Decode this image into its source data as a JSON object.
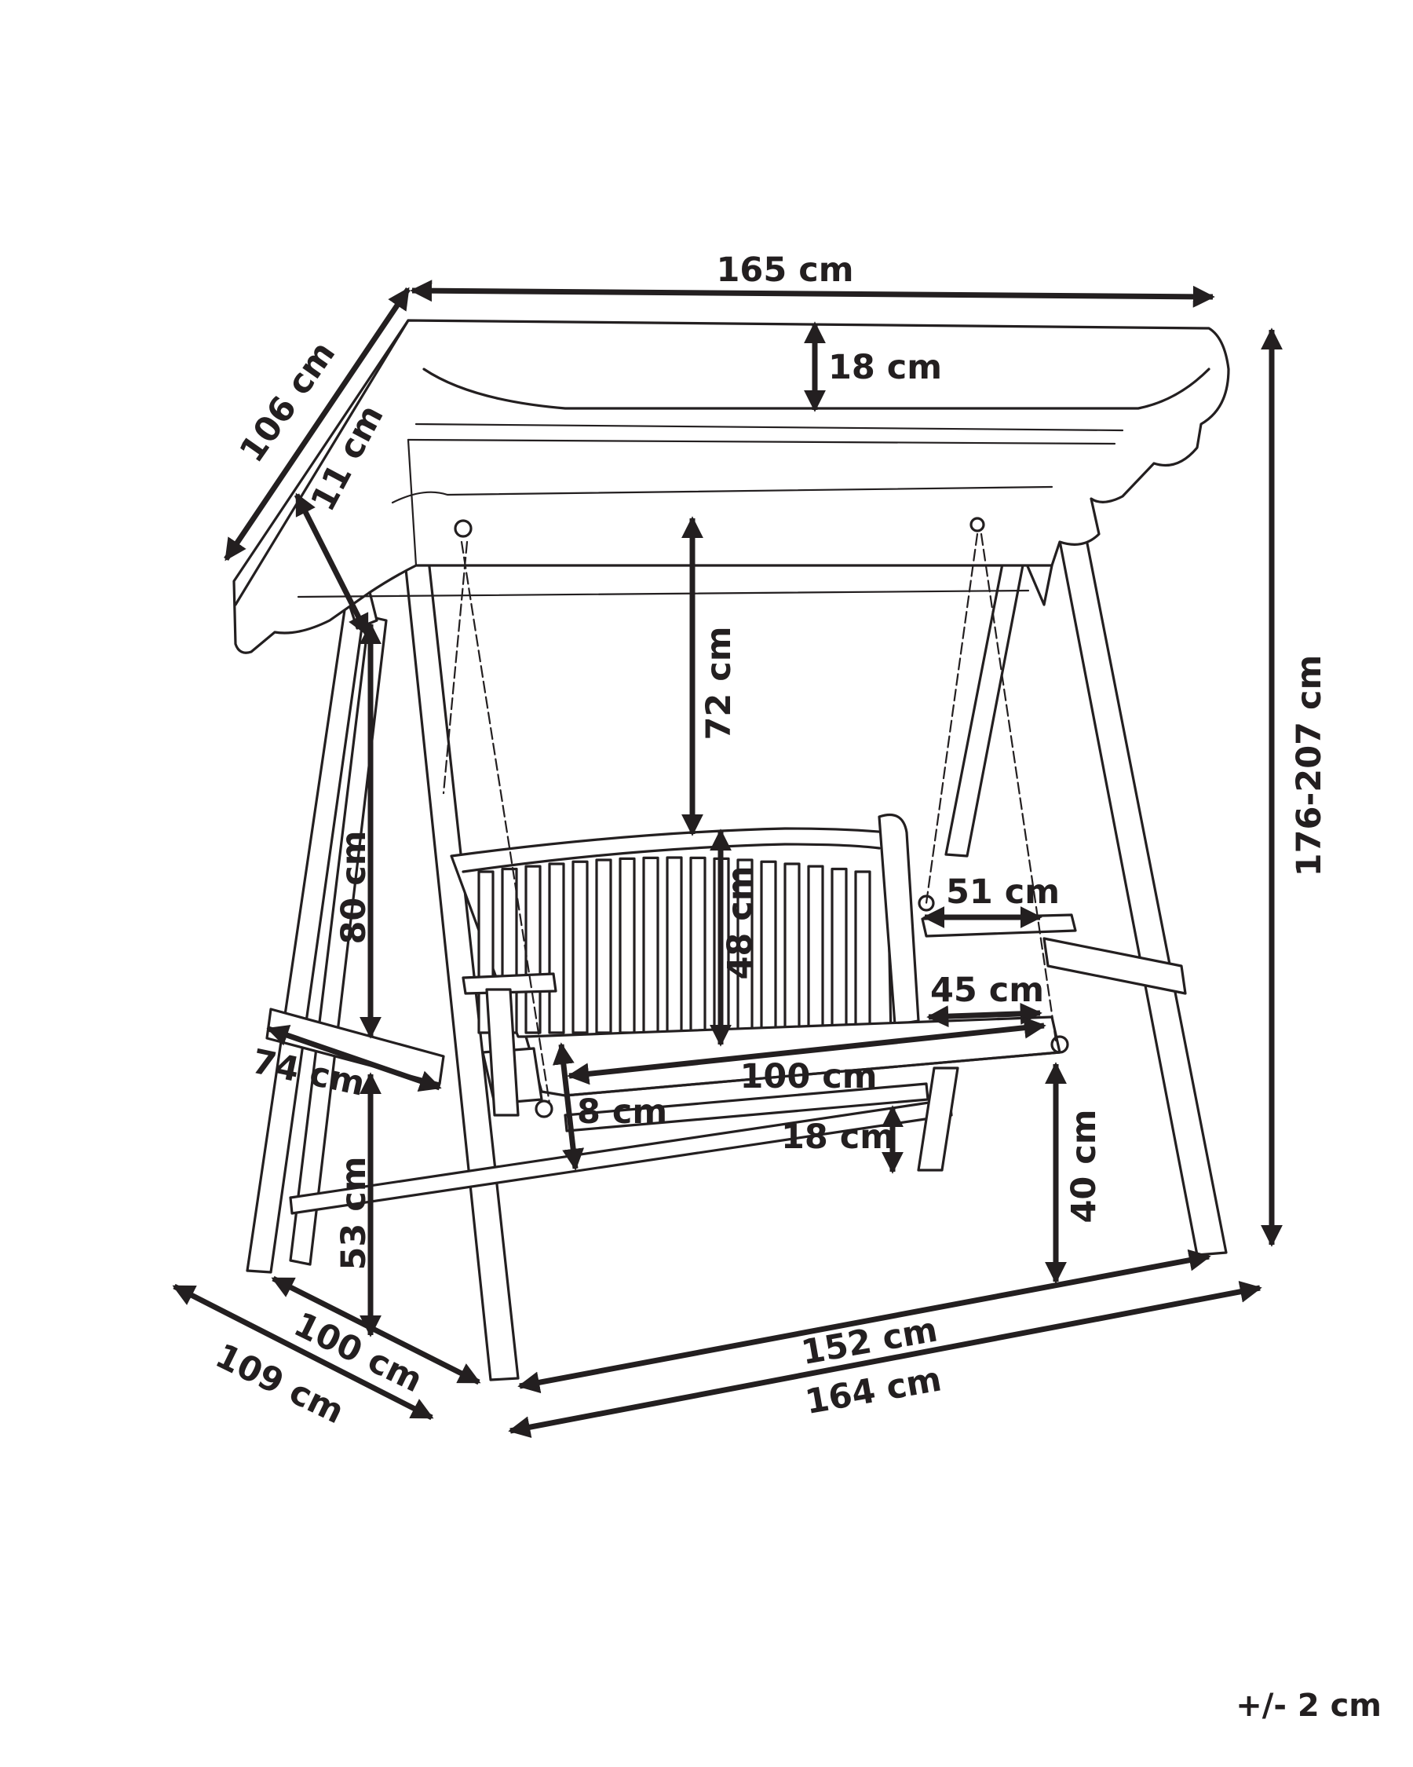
{
  "dimensions": {
    "canopy_width": "165 cm",
    "canopy_depth": "106 cm",
    "canopy_height": "18 cm",
    "side_beam": "11 cm",
    "total_height": "176-207 cm",
    "chain_length": "72 cm",
    "backrest_height": "48 cm",
    "frame_height": "80 cm",
    "armrest_depth": "51 cm",
    "seat_depth": "45 cm",
    "seat_width": "100 cm",
    "side_frame": "74 cm",
    "seat_edge": "8 cm",
    "seat_thickness": "18 cm",
    "seat_height": "40 cm",
    "crossbar_height": "53 cm",
    "base_inner_depth": "100 cm",
    "base_outer_depth": "109 cm",
    "base_inner_width": "152 cm",
    "base_outer_width": "164 cm"
  },
  "tolerance": "+/- 2 cm",
  "colors": {
    "line": "#231f20",
    "background": "#ffffff"
  }
}
